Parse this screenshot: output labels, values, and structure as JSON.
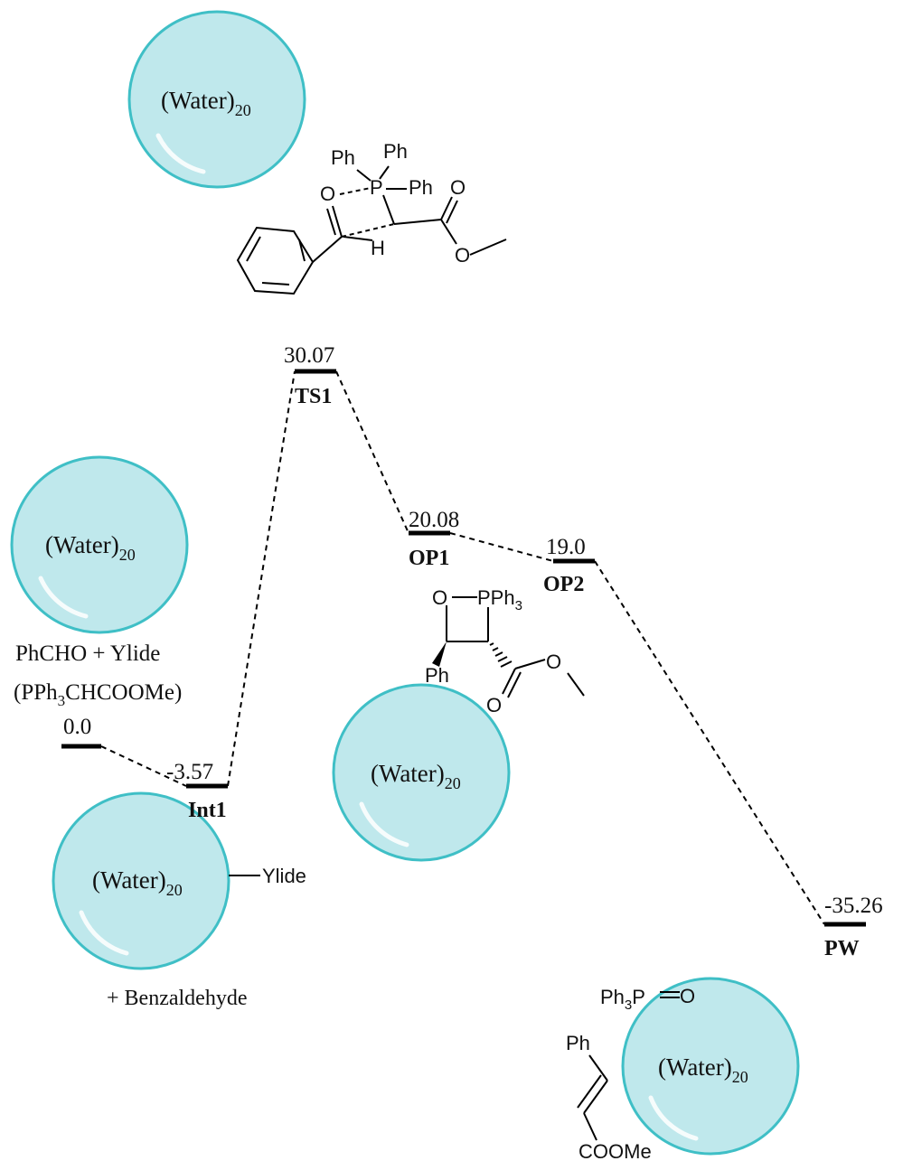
{
  "bubble_label": {
    "base": "(Water)",
    "sub": "20"
  },
  "reactants": {
    "line1": "PhCHO + Ylide",
    "line2_pre": "(PPh",
    "line2_sub": "3",
    "line2_post": "CHCOOMe)"
  },
  "levels": [
    {
      "id": "reactants",
      "energy": "0.0",
      "name": ""
    },
    {
      "id": "int1",
      "energy": "-3.57",
      "name": "Int1"
    },
    {
      "id": "ts1",
      "energy": "30.07",
      "name": "TS1"
    },
    {
      "id": "op1",
      "energy": "20.08",
      "name": "OP1"
    },
    {
      "id": "op2",
      "energy": "19.0",
      "name": "OP2"
    },
    {
      "id": "pw",
      "energy": "-35.26",
      "name": "PW"
    }
  ],
  "ts_structure": {
    "ph1": "Ph",
    "ph2": "Ph",
    "ph3": "Ph",
    "p": "P",
    "o": "O",
    "h": "H",
    "o_carbonyl": "O",
    "o_ester": "O"
  },
  "op_structure": {
    "o": "O",
    "pph3": "PPh",
    "pph3_sub": "3",
    "ph": "Ph",
    "o_carbonyl": "O",
    "o_ester": "O"
  },
  "int1_complex": {
    "ylide": "Ylide",
    "extra": "+ Benzaldehyde"
  },
  "products": {
    "ph3po_pre": "Ph",
    "ph3po_sub": "3",
    "ph3po_p": "P",
    "ph3po_o": "O",
    "ph": "Ph",
    "coome": "COOMe"
  }
}
